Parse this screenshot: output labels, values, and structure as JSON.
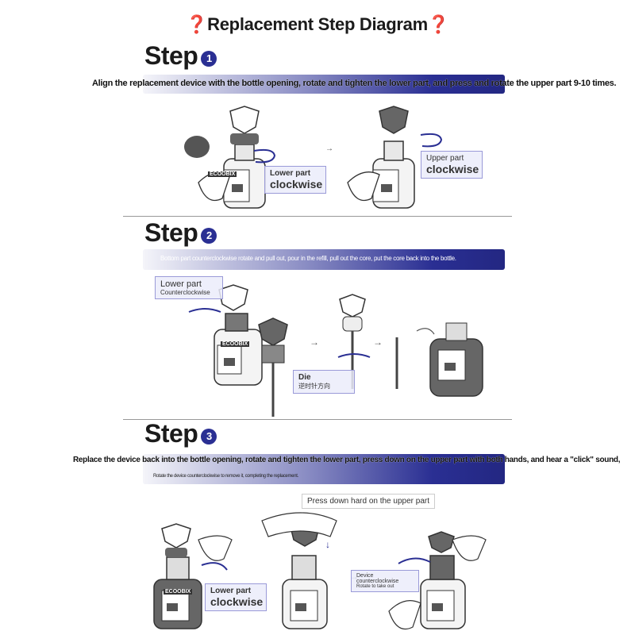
{
  "title": "❓Replacement Step Diagram❓",
  "step_word": "Step",
  "steps": [
    {
      "number": "1",
      "instruction": "Align the replacement device with the bottle opening, rotate and tighten the lower part, and press and rotate the upper part 9-10 times.",
      "labels": [
        {
          "small": "Lower part",
          "big": "clockwise"
        },
        {
          "small": "Upper part",
          "big": "clockwise"
        }
      ],
      "brand": "ECOOBIX"
    },
    {
      "number": "2",
      "instruction": "Bottom part counterclockwise rotate and pull out, pour in the refill, pull out the core, put the core back into the bottle.",
      "labels": [
        {
          "small": "Lower part",
          "big": "Counterclockwise"
        },
        {
          "small": "Die",
          "big": "逆时针方向"
        }
      ],
      "brand": "ECOOBIX"
    },
    {
      "number": "3",
      "instruction": "Replace the device back into the bottle opening, rotate and tighten the lower part, press down on the upper part with both hands, and hear a \"click\" sound,",
      "instruction_2": "Rotate the device counterclockwise to remove it, completing the replacement.",
      "press_note": "Press down hard on the upper part",
      "labels": [
        {
          "small": "Lower part",
          "big": "clockwise"
        },
        {
          "small": "Device counterclockwise",
          "big": "Rotate to take out"
        }
      ],
      "brand": "ECOOBIX"
    }
  ],
  "colors": {
    "accent": "#2a2f93",
    "text": "#1b1b1b"
  }
}
